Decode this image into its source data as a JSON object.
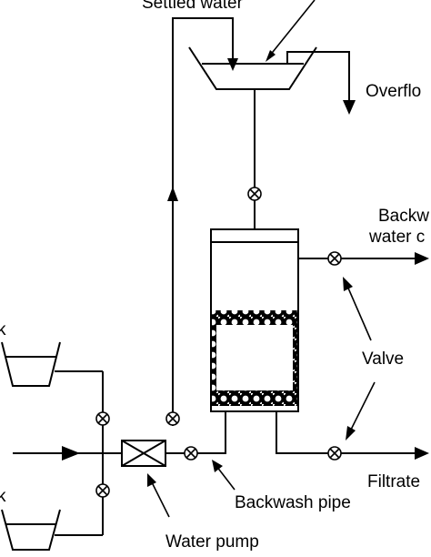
{
  "labels": {
    "settled_water": "Settled water",
    "overflow": "Overflo",
    "backwash_water_out_line1": "Backw",
    "backwash_water_out_line2": "water c",
    "valve": "Valve",
    "filtrate": "Filtrate",
    "backwash_pipe": "Backwash pipe",
    "water_pump": "Water pump",
    "tank_upper_cut": "k",
    "tank_lower_cut": "k"
  },
  "colors": {
    "line": "#000000",
    "background": "#ffffff",
    "media": "#000000"
  }
}
